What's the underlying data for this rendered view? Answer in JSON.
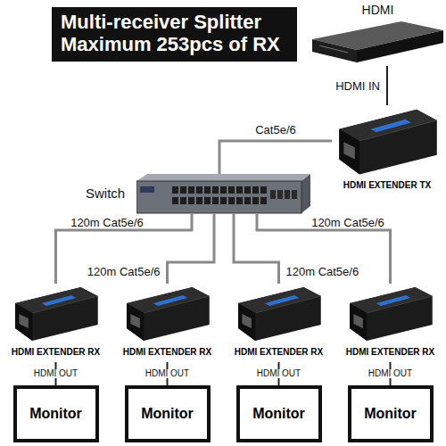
{
  "diagram": {
    "title": "Multi-receiver Splitter Maximum 253pcs of RX",
    "nodes": [
      {
        "text": [
          "HDMI"
        ]
      },
      {
        "text": [
          "HDMI EXTENDER TX"
        ]
      },
      {
        "text": [
          "Switch"
        ]
      },
      {
        "text": [
          "HDMI EXTENDER RX"
        ]
      },
      {
        "text": [
          "HDMI EXTENDER RX"
        ]
      },
      {
        "text": [
          "HDMI EXTENDER RX"
        ]
      },
      {
        "text": [
          "HDMI EXTENDER RX"
        ]
      },
      {
        "text": [
          "Monitor"
        ]
      },
      {
        "text": [
          "Monitor"
        ]
      },
      {
        "text": [
          "Monitor"
        ]
      },
      {
        "text": [
          "Monitor"
        ]
      }
    ],
    "edges": [
      {
        "from": 0,
        "to": 1,
        "arrow": "none",
        "label": "HDMI IN"
      },
      {
        "from": 1,
        "to": 2,
        "arrow": "none",
        "label": "Cat5e/6"
      },
      {
        "from": 2,
        "to": 3,
        "arrow": "none",
        "label": "120m Cat5e/6"
      },
      {
        "from": 2,
        "to": 4,
        "arrow": "none",
        "label": "120m Cat5e/6"
      },
      {
        "from": 2,
        "to": 5,
        "arrow": "none",
        "label": "120m Cat5e/6"
      },
      {
        "from": 2,
        "to": 6,
        "arrow": "none",
        "label": "120m Cat5e/6"
      },
      {
        "from": 3,
        "to": 7,
        "arrow": "none",
        "label": "HDMI OUT"
      },
      {
        "from": 4,
        "to": 8,
        "arrow": "none",
        "label": "HDMI OUT"
      },
      {
        "from": 5,
        "to": 9,
        "arrow": "none",
        "label": "HDMI OUT"
      },
      {
        "from": 6,
        "to": 10,
        "arrow": "none",
        "label": "HDMI OUT"
      }
    ]
  }
}
